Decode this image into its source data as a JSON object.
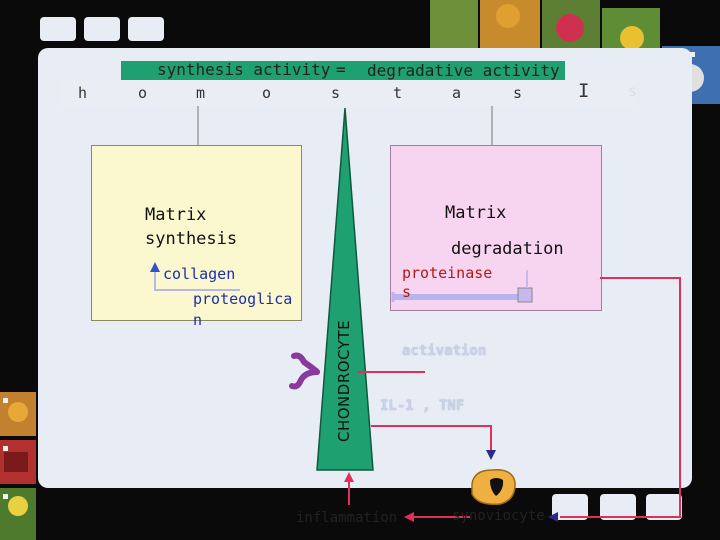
{
  "header": {
    "line1_left": "synthesis activity",
    "line1_eq": "=",
    "line1_right": "degradative activity",
    "line2_letters": [
      "h",
      "o",
      "m",
      "o",
      "s",
      "t",
      "a",
      "s",
      "I",
      "s"
    ]
  },
  "synthesis_box": {
    "title_line1": "Matrix",
    "title_line2": "synthesis",
    "item1": "collagen",
    "item2_line1": "proteoglica",
    "item2_line2": "n"
  },
  "degradation_box": {
    "title_line1": "Matrix",
    "title_line2": "degradation",
    "item1_line1": "proteinase",
    "item1_line2": "s"
  },
  "cell": {
    "label": "CHONDROCYTE"
  },
  "signals": {
    "activation": "activation",
    "cytokines": "IL-1 , TNF"
  },
  "bottom": {
    "inflammation": "inflammation",
    "synoviocyte": "synoviocyte"
  },
  "colors": {
    "chondrocyte_fill": "#1fa070",
    "synthesis_fill": "#fbf8d0",
    "degradation_fill": "#f7d4ef",
    "arrow_red": "#e0305a",
    "arrow_lavender": "#b8b4ee",
    "receptor_purple": "#8a3a9c"
  }
}
